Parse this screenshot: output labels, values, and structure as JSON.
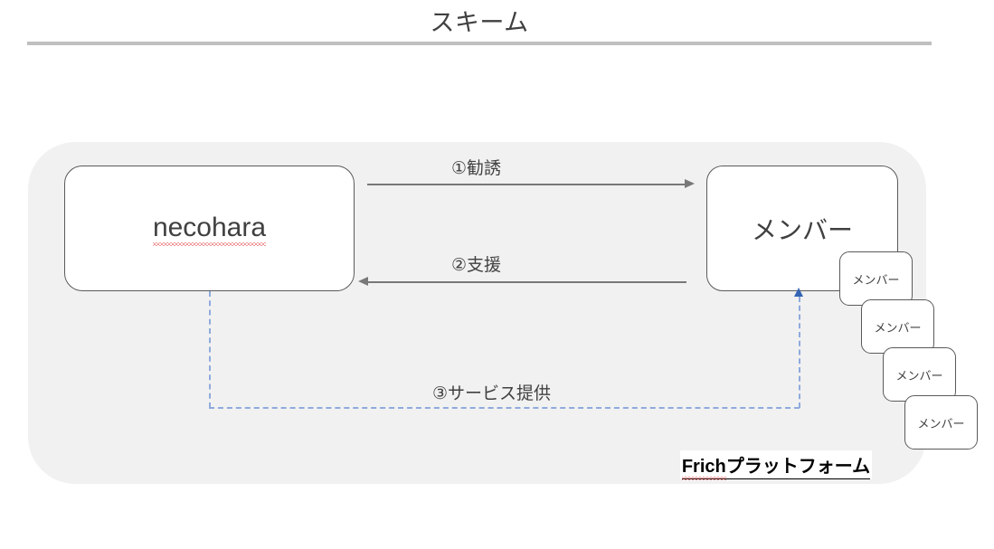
{
  "slide": {
    "title": "スキーム"
  },
  "platform": {
    "caption_en": "Frich",
    "caption_ja": "プラットフォーム"
  },
  "nodes": {
    "provider": {
      "label": "necohara"
    },
    "member_main": {
      "label": "メンバー"
    },
    "member_stack": [
      {
        "label": "メンバー"
      },
      {
        "label": "メンバー"
      },
      {
        "label": "メンバー"
      },
      {
        "label": "メンバー"
      }
    ]
  },
  "flows": [
    {
      "id": "solicitation",
      "label": "①勧誘",
      "direction": "right",
      "style": "solid",
      "color": "#787878"
    },
    {
      "id": "support",
      "label": "②支援",
      "direction": "left",
      "style": "solid",
      "color": "#787878"
    },
    {
      "id": "service-provision",
      "label": "③サービス提供",
      "direction": "up",
      "style": "dashed",
      "color": "#8faadc"
    }
  ],
  "colors": {
    "panel_background": "#f1f1f1",
    "title_rule": "#bfbfbf",
    "node_border": "#5a5a5a",
    "arrow_gray": "#787878",
    "dashed_blue": "#8faadc",
    "dashed_arrowhead": "#3465b4",
    "spellcheck_underline": "#e03131",
    "text": "#404040"
  }
}
